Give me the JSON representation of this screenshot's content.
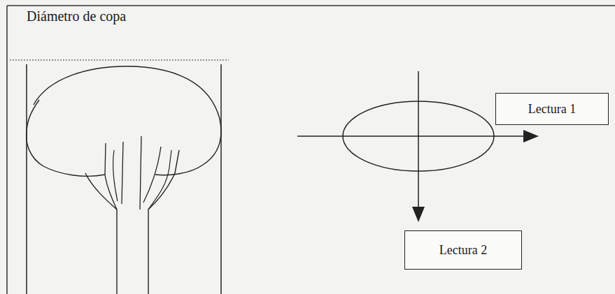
{
  "diagram": {
    "title": "Diámetro de copa",
    "nodes": [
      {
        "text": [
          "Lectura 1"
        ]
      },
      {
        "text": [
          "Lectura 2"
        ]
      }
    ]
  }
}
